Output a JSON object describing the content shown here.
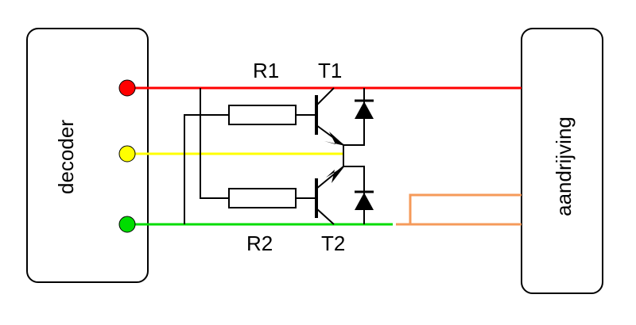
{
  "blocks": {
    "decoder": "decoder",
    "drive": "aandrijving"
  },
  "components": {
    "r1": "R1",
    "r2": "R2",
    "t1": "T1",
    "t2": "T2"
  },
  "colors": {
    "red": "#ff0000",
    "yellow": "#ffff00",
    "green": "#00dd00",
    "orange": "#f59a5a",
    "black": "#000000"
  }
}
